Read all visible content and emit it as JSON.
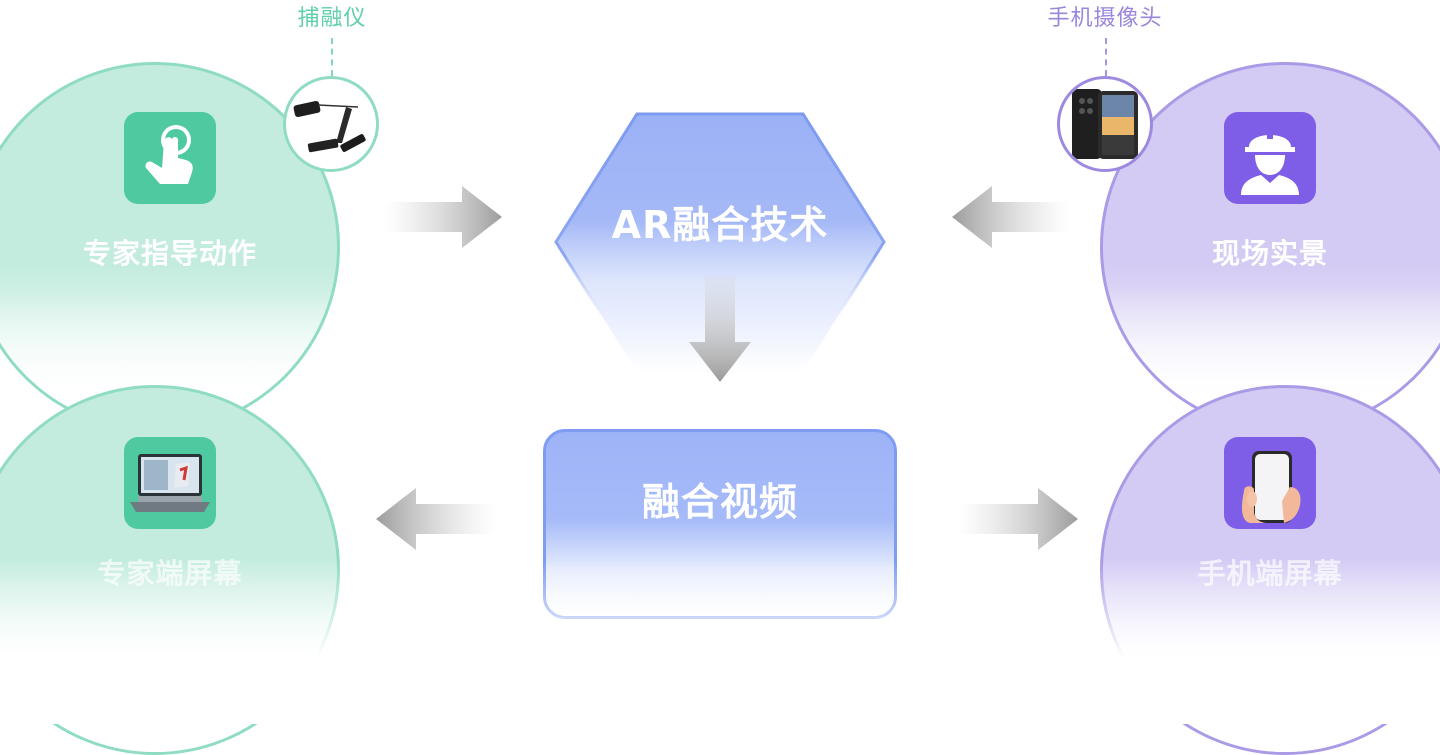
{
  "devices": {
    "capture_label": "捕融仪",
    "camera_label": "手机摄像头"
  },
  "nodes": {
    "expert_action": "专家指导动作",
    "site_scene": "现场实景",
    "ar_fusion": "AR融合技术",
    "fused_video": "融合视频",
    "expert_screen": "专家端屏幕",
    "phone_screen": "手机端屏幕"
  },
  "colors": {
    "green_fill": "#c3ecde",
    "green_border": "#8fdcc2",
    "green_icon": "#4fc99f",
    "purple_fill": "#d4cbf4",
    "purple_border": "#ab9ae6",
    "purple_icon": "#7e5ee6",
    "blue_fill": "#9db3f7",
    "blue_border": "#7e9cf2",
    "arrow_gray": "#a6a6a6"
  },
  "icons": [
    "hand-tap-icon",
    "worker-icon",
    "laptop-icon",
    "phone-in-hand-icon",
    "capture-device-icon",
    "rugged-phone-icon"
  ]
}
